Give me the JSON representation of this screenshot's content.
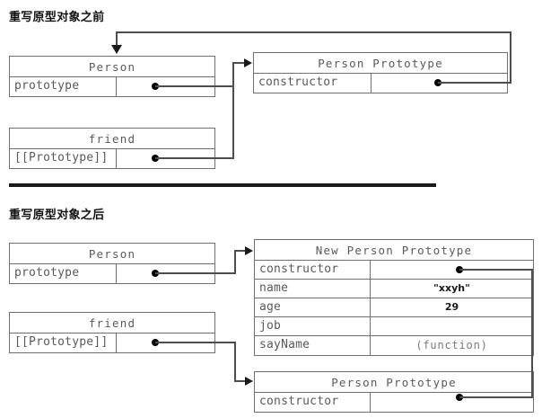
{
  "diagram": {
    "title_before": "重写原型对象之前",
    "title_after": "重写原型对象之后",
    "labels": {
      "person": "Person",
      "person_prototype": "Person Prototype",
      "new_person_prototype": "New Person Prototype",
      "friend": "friend",
      "prototype_key": "prototype",
      "constructor_key": "constructor",
      "internal_prototype_key": "[[Prototype]]",
      "name_key": "name",
      "age_key": "age",
      "job_key": "job",
      "sayname_key": "sayName",
      "empty": ""
    },
    "values": {
      "name_value": "\"xxyh\"",
      "age_value": "29",
      "job_value": "",
      "sayname_value": "(function)"
    },
    "colors": {
      "box_border": "#6f6f6f",
      "connector": "#4d4d4d",
      "arrow": "#1a1a1a",
      "dot": "#000000",
      "key_text": "#5a5a5a",
      "divider": "#1a1a1a",
      "background": "#ffffff"
    }
  }
}
